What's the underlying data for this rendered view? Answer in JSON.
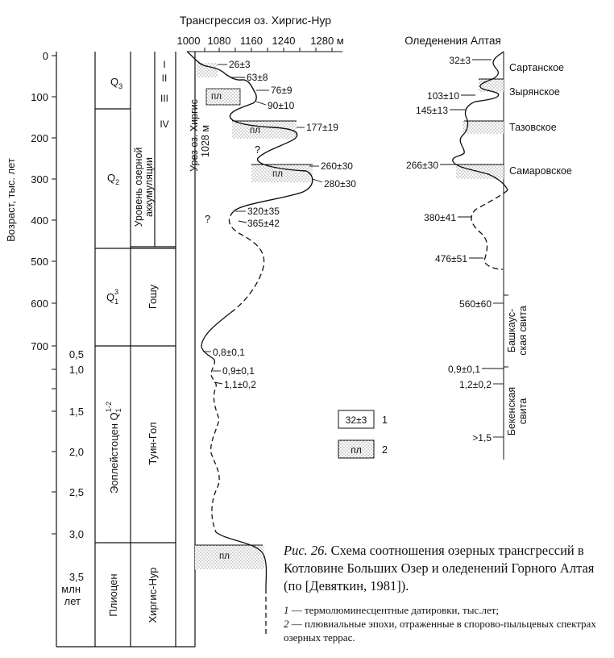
{
  "header": {
    "title": "Трансгрессия оз. Хиргис-Нур",
    "x_ticks": [
      "1000",
      "1080",
      "1160",
      "1240",
      "1280 м"
    ],
    "right_title": "Оледенения Алтая"
  },
  "axis": {
    "label": "Возраст, тыс. лет",
    "ticks_kyr": [
      "0",
      "100",
      "200",
      "300",
      "400",
      "500",
      "600",
      "700"
    ],
    "ticks_myr": [
      "0,5",
      "1,0",
      "1,5",
      "2,0",
      "2,5",
      "3,0",
      "3,5",
      "млн",
      "лет"
    ]
  },
  "columns": {
    "q3": "Q",
    "q3_sub": "3",
    "q2": "Q",
    "q2_sub": "2",
    "q1": "Q",
    "q1_sub": "1",
    "q1_sup": "3",
    "eopleist": "Эоплейстоцен Q",
    "eopleist_sub": "1",
    "eopleist_sup": "1-2",
    "pliocene": "Плиоцен",
    "roman": [
      "I",
      "II",
      "III",
      "IV"
    ],
    "level_line1": "Уровень озерной",
    "level_line2": "аккумуляции",
    "goshu": "Гошу",
    "tuin_gol": "Туин-Гол",
    "khirgis_nur": "Хиргис-Нур",
    "urez_line1": "Урез оз. Хиргис",
    "urez_line2": "1028 м"
  },
  "lake_dates": [
    "26±3",
    "63±8",
    "76±9",
    "90±10",
    "177±19",
    "260±30",
    "280±30",
    "320±35",
    "365±42",
    "0,8±0,1",
    "0,9±0,1",
    "1,1±0,2"
  ],
  "pluvial_label": "пл",
  "question_mark": "?",
  "glaciation": {
    "dates": [
      "32±3",
      "103±10",
      "145±13",
      "266±30",
      "380±41",
      "476±51",
      "560±60",
      "0,9±0,1",
      "1,2±0,2",
      ">1,5"
    ],
    "stages": [
      "Сартанское",
      "Зырянское",
      "Тазовское",
      "Самаровское"
    ],
    "bashkaus_line1": "Башкаус-",
    "bashkaus_line2": "ская свита",
    "beken_line1": "Бекенская",
    "beken_line2": "свита"
  },
  "legend": {
    "box1": "32±3",
    "num1": "1",
    "box2": "пл",
    "num2": "2"
  },
  "caption": {
    "fig": "Рис. 26.",
    "text": "Схема соотношения озерных трансгрессий в Котловине Больших Озер и оледенений Горного Алтая (по [Девяткин, 1981]).",
    "note1_num": "1",
    "note1": "— термолюминесцентные датировки, тыс.лет;",
    "note2_num": "2",
    "note2": "— плювиальные эпохи, отраженные в спорово-пыльцевых спектрах озерных террас."
  }
}
